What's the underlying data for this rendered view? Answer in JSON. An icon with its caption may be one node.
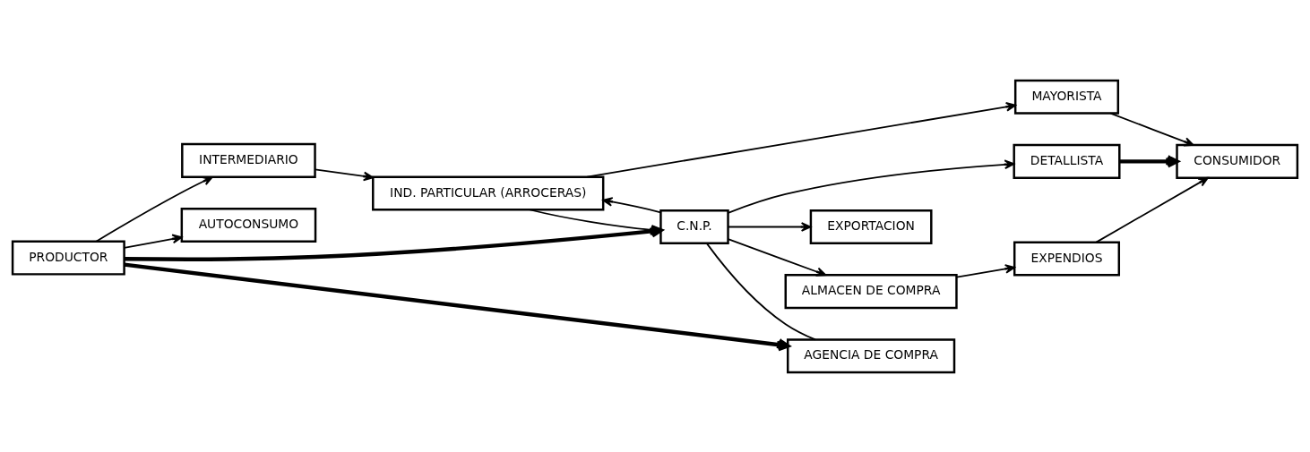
{
  "diagram": {
    "nodes": [
      {
        "text": [
          "PRODUCTOR"
        ]
      },
      {
        "text": [
          "INTERMEDIARIO"
        ]
      },
      {
        "text": [
          "IND. PARTICULAR (ARROCERAS)"
        ]
      },
      {
        "text": [
          "MAYORISTA"
        ]
      },
      {
        "text": [
          "AUTOCONSUMO"
        ]
      },
      {
        "text": [
          "C.N.P."
        ]
      },
      {
        "text": [
          "DETALLISTA"
        ]
      },
      {
        "text": [
          "CONSUMIDOR"
        ]
      },
      {
        "text": [
          "EXPORTACION"
        ]
      },
      {
        "text": [
          "AGENCIA DE COMPRA"
        ]
      },
      {
        "text": [
          "ALMACEN DE COMPRA"
        ]
      },
      {
        "text": [
          "EXPENDIOS"
        ]
      }
    ],
    "edges": [
      {
        "from": 0,
        "to": 1,
        "arrow": "to"
      },
      {
        "from": 1,
        "to": 2,
        "arrow": "to"
      },
      {
        "from": 2,
        "to": 3,
        "arrow": "to"
      },
      {
        "from": 3,
        "to": 7,
        "arrow": "to"
      },
      {
        "from": 0,
        "to": 4,
        "arrow": "to"
      },
      {
        "from": 0,
        "to": 5,
        "arrow": "to",
        "style": "thick"
      },
      {
        "from": 0,
        "to": 9,
        "arrow": "to",
        "style": "thick"
      },
      {
        "from": 5,
        "to": 2,
        "arrow": "to"
      },
      {
        "from": 2,
        "to": 5,
        "arrow": "to"
      },
      {
        "from": 5,
        "to": 6,
        "arrow": "to"
      },
      {
        "from": 6,
        "to": 7,
        "arrow": "to",
        "style": "thick"
      },
      {
        "from": 5,
        "to": 8,
        "arrow": "to"
      },
      {
        "from": 5,
        "to": 9,
        "arrow": "none"
      },
      {
        "from": 5,
        "to": 10,
        "arrow": "to"
      },
      {
        "from": 10,
        "to": 11,
        "arrow": "to"
      },
      {
        "from": 11,
        "to": 7,
        "arrow": "to"
      }
    ]
  }
}
